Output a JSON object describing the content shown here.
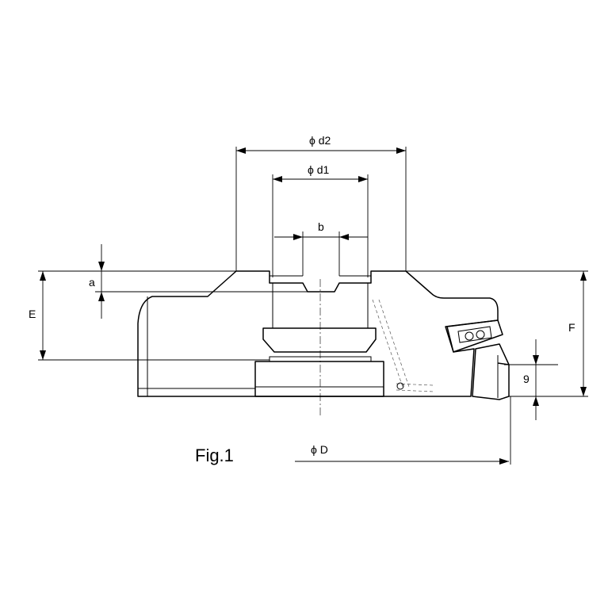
{
  "figure": {
    "caption": "Fig.1"
  },
  "dimensions": {
    "d2": "ϕ d2",
    "d1": "ϕ d1",
    "b": "b",
    "a": "a",
    "E": "E",
    "F": "F",
    "g": "9",
    "D": "ϕ D"
  }
}
